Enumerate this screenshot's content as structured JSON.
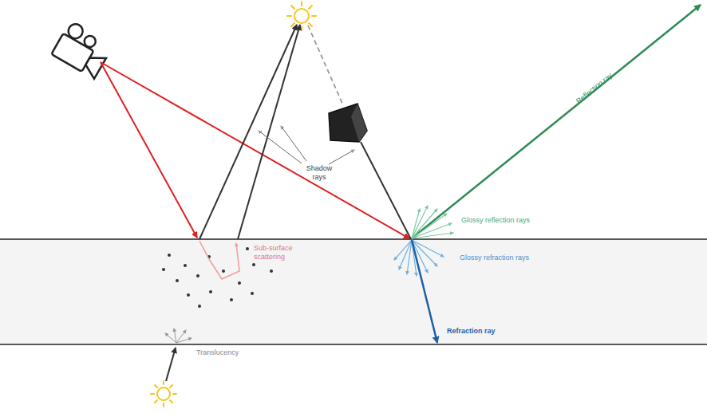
{
  "diagram": {
    "labels": [
      "Shadow rays",
      "Sub-surface scattering",
      "Reflection ray",
      "Glossy reflection rays",
      "Glossy refraction rays",
      "Refraction ray",
      "Translucency"
    ]
  }
}
